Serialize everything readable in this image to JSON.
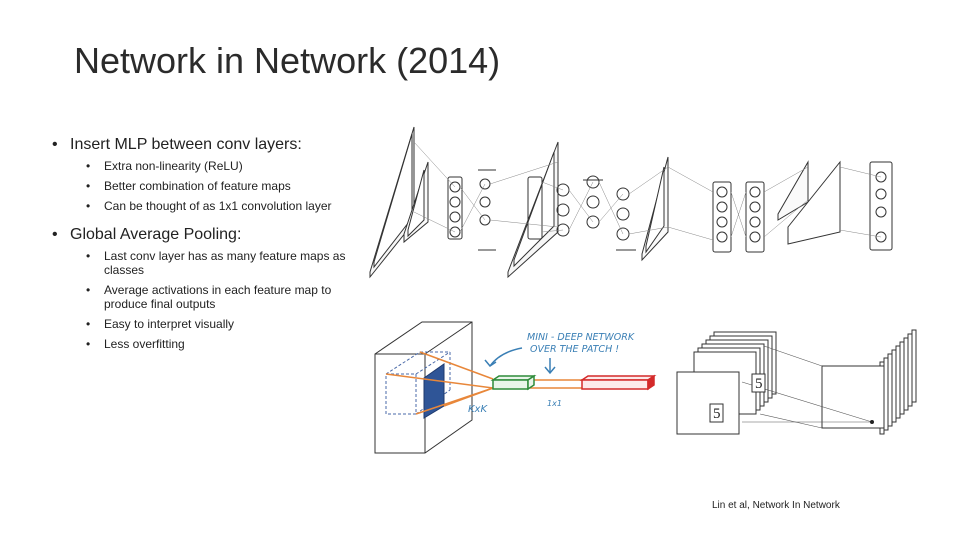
{
  "slide": {
    "title": "Network in Network (2014)",
    "bullets": [
      {
        "text": "Insert MLP between conv layers:",
        "sub": [
          "Extra non-linearity (ReLU)",
          "Better combination of feature maps",
          "Can be thought of as 1x1 convolution layer"
        ]
      },
      {
        "text": "Global Average Pooling:",
        "sub": [
          "Last conv layer has as many feature maps as classes",
          "Average activations in each feature map to produce final outputs",
          "Easy to interpret visually",
          "Less overfitting"
        ]
      }
    ],
    "caption": "Lin et al, Network In Network"
  },
  "figure": {
    "annotation_line1": "MINI - DEEP NETWORK",
    "annotation_line2": "OVER THE PATCH !",
    "label_kxk": "KxK",
    "label_1x1": "1x1",
    "label_5_top": "5",
    "label_5_bottom": "5",
    "colors": {
      "patch_fill": "#2f5597",
      "orange_lines": "#e8873a",
      "green_block": "#2e8b3a",
      "red_block": "#d42a2a",
      "annotation": "#3a7fb5"
    }
  }
}
